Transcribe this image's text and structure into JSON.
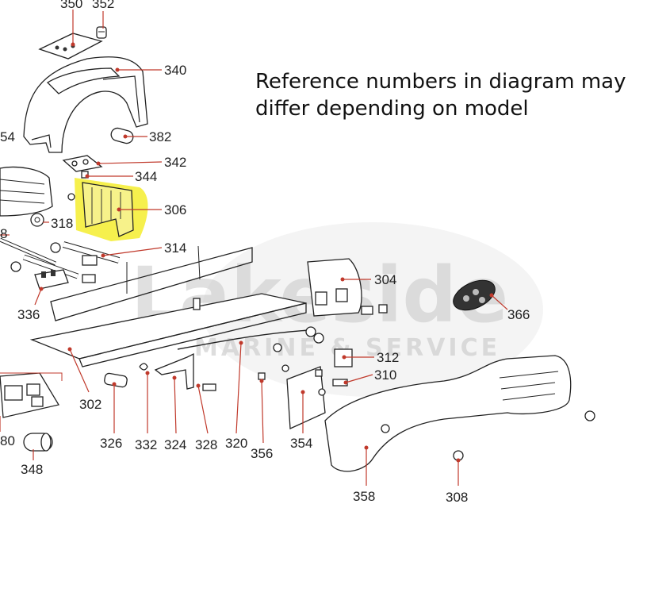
{
  "note": {
    "line1": "Reference numbers in diagram may",
    "line2": "differ depending on model"
  },
  "watermark": {
    "brand": "Lakeside",
    "tagline": "MARINE & SERVICE"
  },
  "highlight_color": "#f5ee3a",
  "highlighted_part": "306",
  "parts": [
    "350",
    "352",
    "340",
    "54",
    "382",
    "342",
    "344",
    "306",
    "318",
    "8",
    "314",
    "304",
    "336",
    "366",
    "302",
    "312",
    "310",
    "80",
    "326",
    "332",
    "324",
    "328",
    "320",
    "356",
    "354",
    "348",
    "358",
    "308"
  ]
}
